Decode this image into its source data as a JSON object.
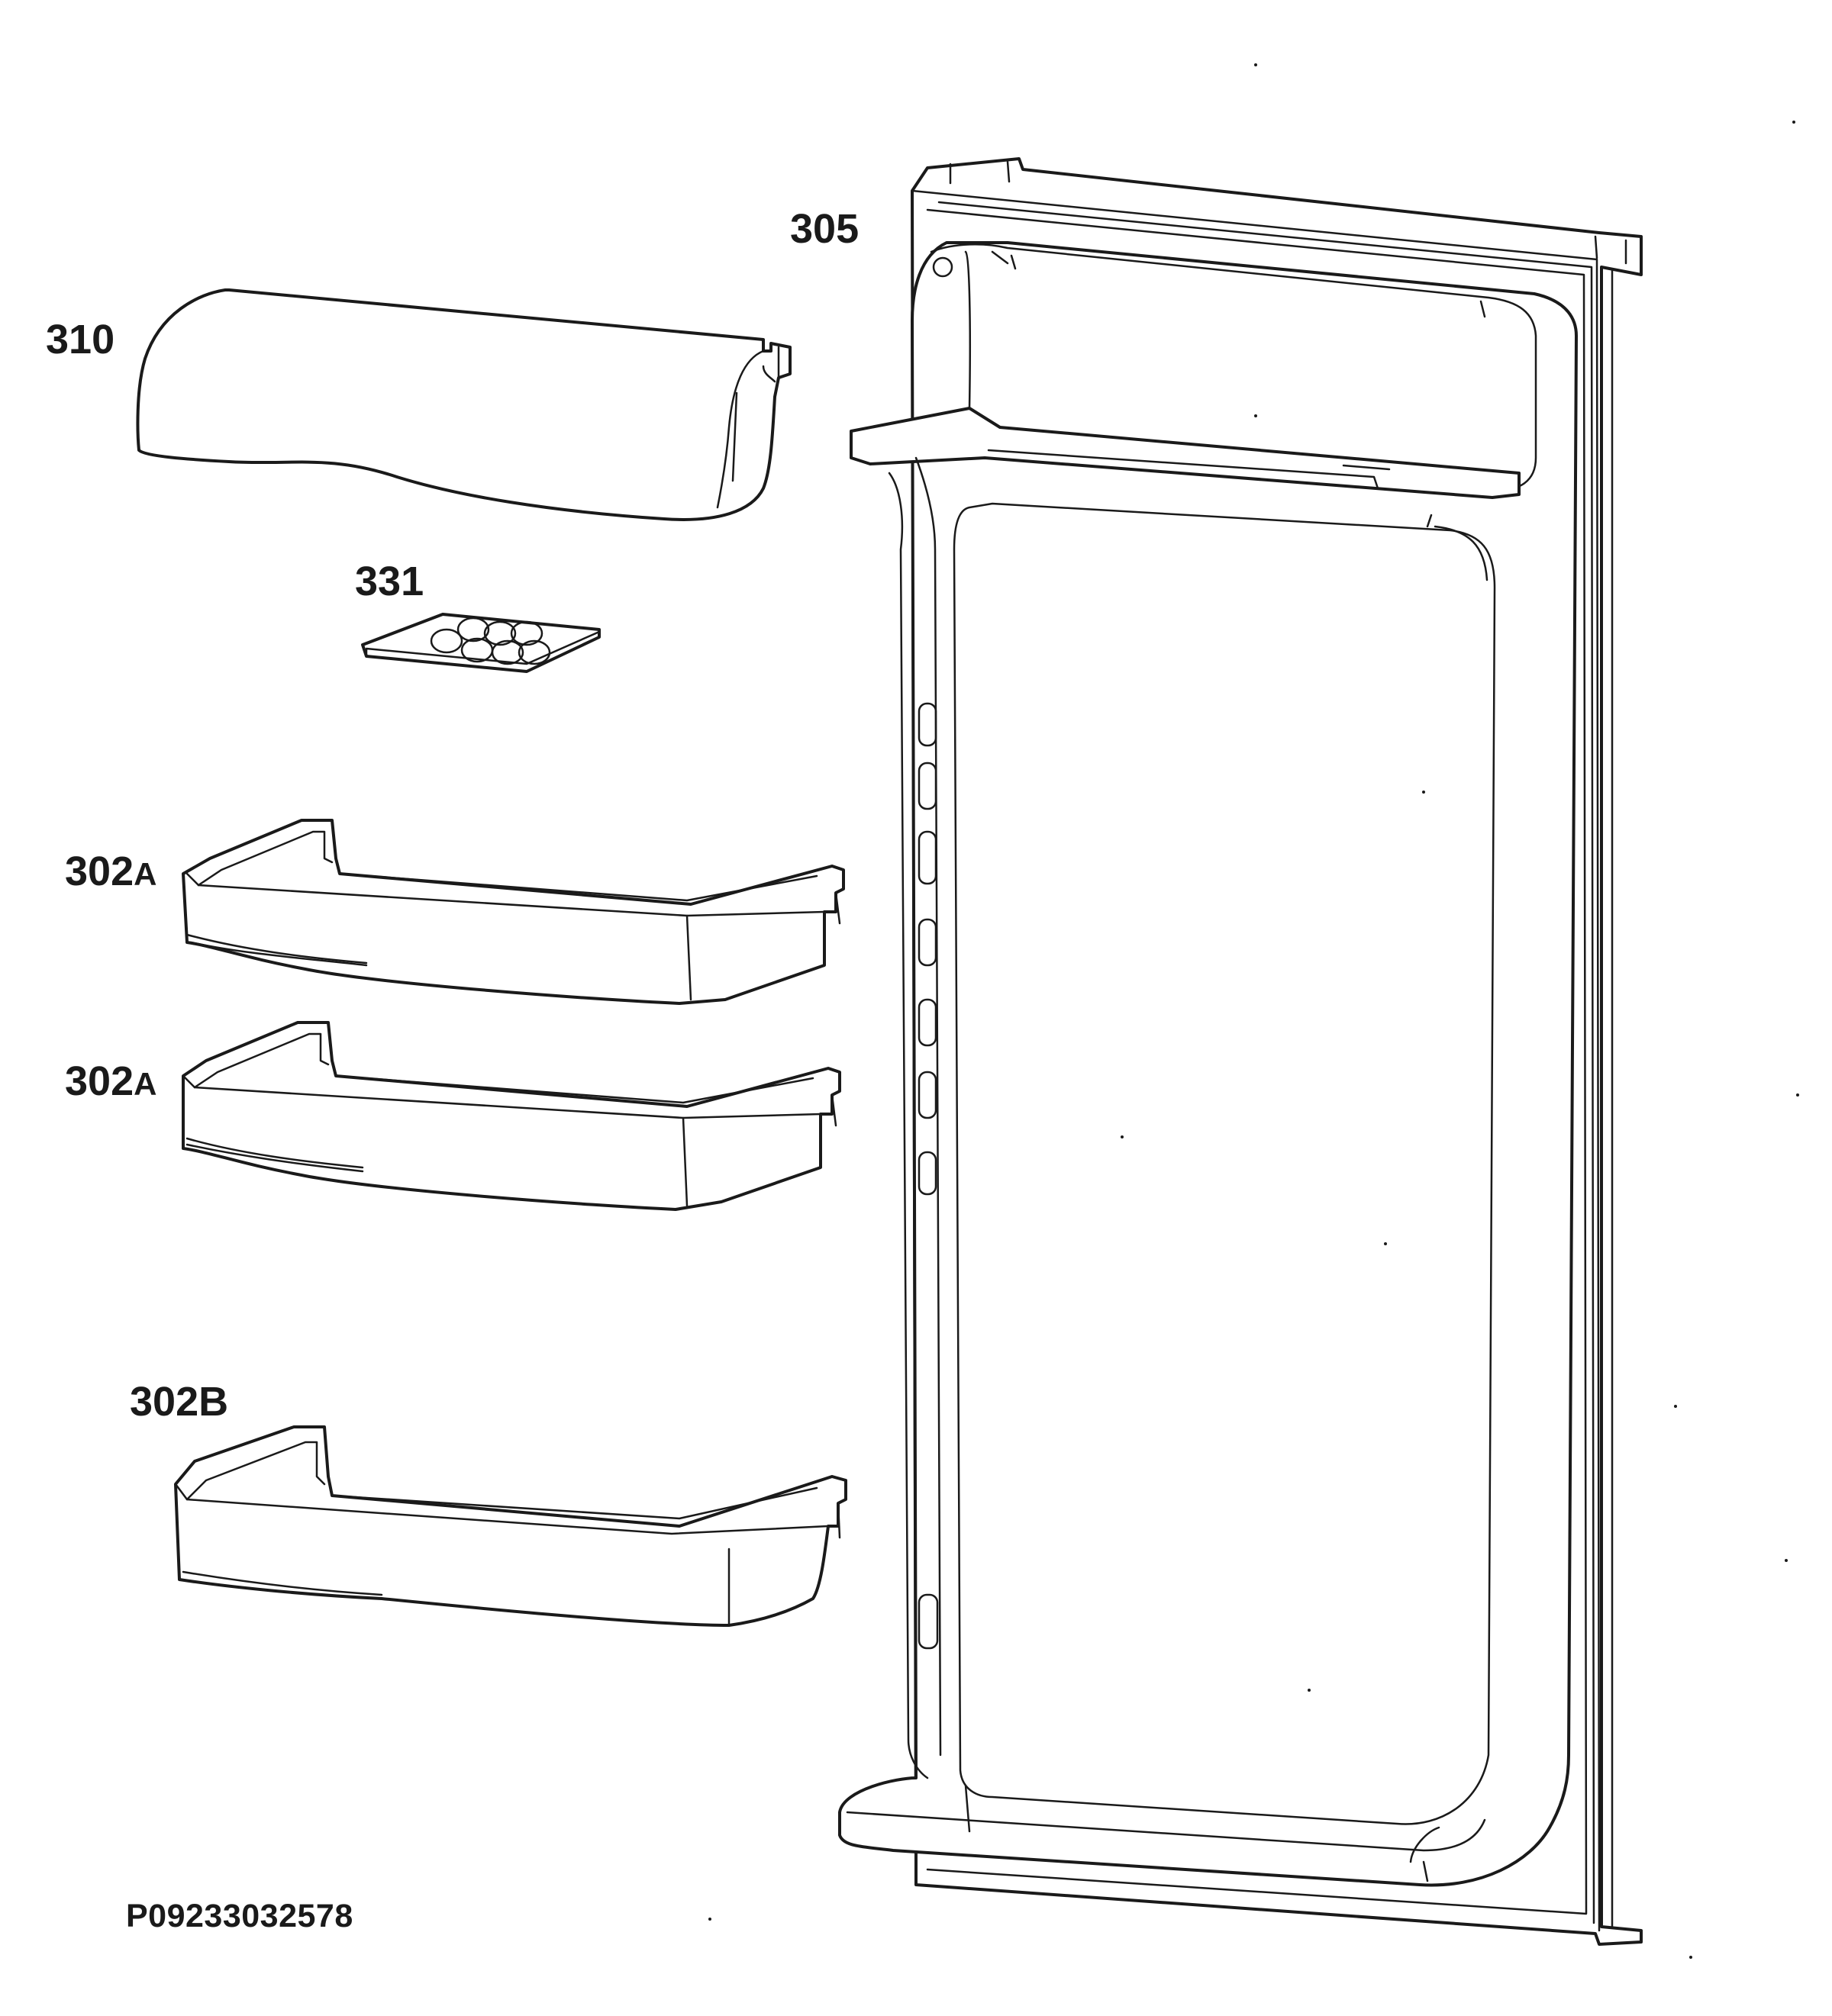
{
  "labels": {
    "door_liner": "305",
    "butter_cover": "310",
    "egg_tray": "331",
    "shelf_a_upper": {
      "num": "302",
      "suffix": "A"
    },
    "shelf_a_lower": {
      "num": "302",
      "suffix": "A"
    },
    "shelf_b": "302B"
  },
  "drawing_code": "P09233032578",
  "colors": {
    "line": "#1a1a1a",
    "background": "#ffffff"
  }
}
